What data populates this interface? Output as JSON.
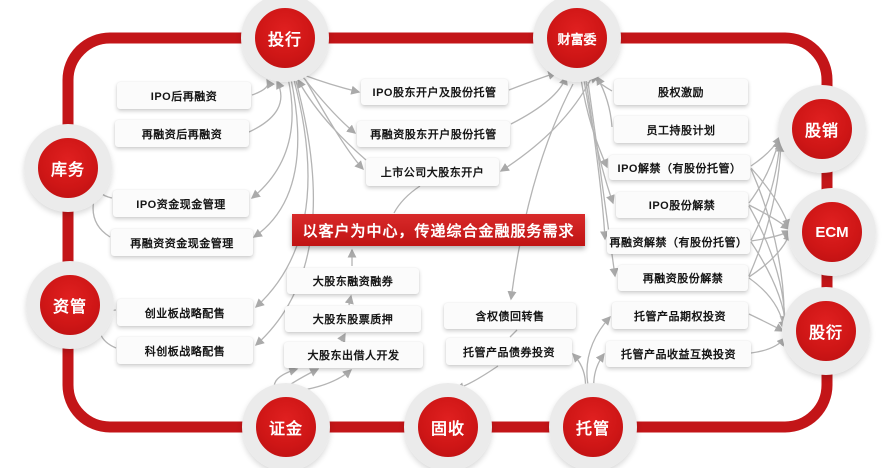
{
  "banner": {
    "text": "以客户为中心，传递综合金融服务需求"
  },
  "colors": {
    "node_red": "#cf1616",
    "frame_red": "#c31518",
    "banner_red": "#c81d1d",
    "halo_gray": "#ebebeb",
    "arrow_gray": "#b0b0b0",
    "box_bg": "#fbfbfb",
    "box_text": "#151515"
  },
  "nodes": [
    {
      "id": "investment-banking",
      "label": "投行"
    },
    {
      "id": "wealth-committee",
      "label": "财富委"
    },
    {
      "id": "treasury",
      "label": "库务"
    },
    {
      "id": "asset-management",
      "label": "资管"
    },
    {
      "id": "equity-sales",
      "label": "股销"
    },
    {
      "id": "ecm",
      "label": "ECM"
    },
    {
      "id": "equity-derivatives",
      "label": "股衍"
    },
    {
      "id": "securities-finance",
      "label": "证金"
    },
    {
      "id": "fixed-income",
      "label": "固收"
    },
    {
      "id": "custody",
      "label": "托管"
    }
  ],
  "boxes": [
    {
      "label": "IPO后再融资"
    },
    {
      "label": "再融资后再融资"
    },
    {
      "label": "IPO资金现金管理"
    },
    {
      "label": "再融资资金现金管理"
    },
    {
      "label": "创业板战略配售"
    },
    {
      "label": "科创板战略配售"
    },
    {
      "label": "IPO股东开户及股份托管"
    },
    {
      "label": "再融资股东开户股份托管"
    },
    {
      "label": "上市公司大股东开户"
    },
    {
      "label": "大股东融资融券"
    },
    {
      "label": "大股东股票质押"
    },
    {
      "label": "大股东出借人开发"
    },
    {
      "label": "含权债回转售"
    },
    {
      "label": "托管产品债券投资"
    },
    {
      "label": "股权激励"
    },
    {
      "label": "员工持股计划"
    },
    {
      "label": "IPO解禁（有股份托管）"
    },
    {
      "label": "IPO股份解禁"
    },
    {
      "label": "再融资解禁（有股份托管）"
    },
    {
      "label": "再融资股份解禁"
    },
    {
      "label": "托管产品期权投资"
    },
    {
      "label": "托管产品收益互换投资"
    }
  ],
  "connections": [
    [
      "IPO后再融资",
      "投行"
    ],
    [
      "再融资后再融资",
      "投行"
    ],
    [
      "上市公司大股东开户",
      "投行"
    ],
    [
      "投行",
      "IPO资金现金管理"
    ],
    [
      "投行",
      "再融资资金现金管理"
    ],
    [
      "投行",
      "创业板战略配售"
    ],
    [
      "投行",
      "科创板战略配售"
    ],
    [
      "投行",
      "IPO股东开户及股份托管"
    ],
    [
      "投行",
      "再融资股东开户股份托管"
    ],
    [
      "投行",
      "上市公司大股东开户"
    ],
    [
      "IPO股东开户及股份托管",
      "财富委"
    ],
    [
      "再融资股东开户股份托管",
      "财富委"
    ],
    [
      "财富委",
      "上市公司大股东开户"
    ],
    [
      "股权激励",
      "财富委"
    ],
    [
      "员工持股计划",
      "财富委"
    ],
    [
      "财富委",
      "IPO解禁（有股份托管）"
    ],
    [
      "财富委",
      "IPO股份解禁"
    ],
    [
      "财富委",
      "再融资解禁（有股份托管）"
    ],
    [
      "财富委",
      "再融资股份解禁"
    ],
    [
      "财富委",
      "含权债回转售"
    ],
    [
      "IPO资金现金管理",
      "库务"
    ],
    [
      "再融资资金现金管理",
      "库务"
    ],
    [
      "创业板战略配售",
      "资管"
    ],
    [
      "科创板战略配售",
      "资管"
    ],
    [
      "IPO解禁（有股份托管）",
      "股销"
    ],
    [
      "IPO解禁（有股份托管）",
      "ECM"
    ],
    [
      "IPO解禁（有股份托管）",
      "股衍"
    ],
    [
      "IPO股份解禁",
      "股销"
    ],
    [
      "IPO股份解禁",
      "ECM"
    ],
    [
      "IPO股份解禁",
      "股衍"
    ],
    [
      "再融资解禁（有股份托管）",
      "股销"
    ],
    [
      "再融资解禁（有股份托管）",
      "ECM"
    ],
    [
      "再融资解禁（有股份托管）",
      "股衍"
    ],
    [
      "再融资股份解禁",
      "股销"
    ],
    [
      "再融资股份解禁",
      "ECM"
    ],
    [
      "再融资股份解禁",
      "股衍"
    ],
    [
      "托管产品期权投资",
      "股衍"
    ],
    [
      "托管产品收益互换投资",
      "股衍"
    ],
    [
      "托管",
      "托管产品债券投资"
    ],
    [
      "托管",
      "托管产品期权投资"
    ],
    [
      "托管",
      "托管产品收益互换投资"
    ],
    [
      "托管产品债券投资",
      "固收"
    ],
    [
      "含权债回转售",
      "托管产品债券投资"
    ],
    [
      "证金",
      "大股东出借人开发"
    ],
    [
      "大股东出借人开发",
      "大股东股票质押"
    ],
    [
      "大股东股票质押",
      "大股东融资融券"
    ],
    [
      "大股东融资融券",
      "以客户为中心"
    ],
    [
      "上市公司大股东开户",
      "以客户为中心"
    ]
  ]
}
